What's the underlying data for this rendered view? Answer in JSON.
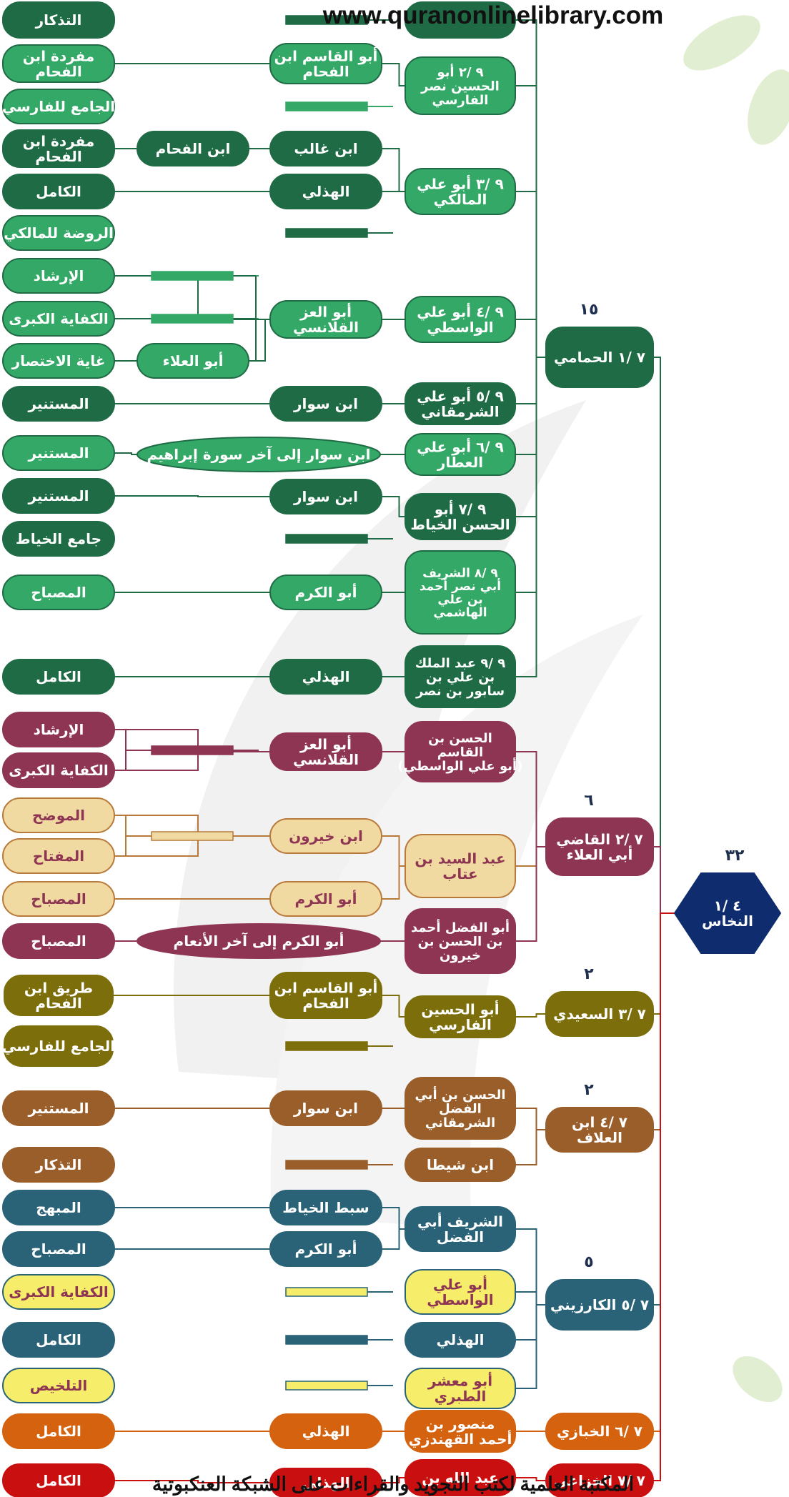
{
  "header": {
    "site": "www.quranonlinelibrary.com"
  },
  "footer": {
    "text": "المكتبة العلمية لكتب التجويد والقراءات على الشبكة العنكبوتية"
  },
  "colors": {
    "green_dark": "#1f6b45",
    "green_light": "#34a866",
    "crimson": "#8e3553",
    "tan_fill": "#f1d9a2",
    "tan_border": "#b87a3a",
    "olive": "#7c6e0a",
    "brown": "#9a5e2b",
    "teal": "#2a6378",
    "yellow_fill": "#f6ee6a",
    "orange": "#d4620e",
    "red": "#c90f0f",
    "navy": "#0f2d6e"
  },
  "root": {
    "label": "٤ /١\nالنخاس",
    "count": "٣٢"
  },
  "nodes": [
    {
      "id": "b1",
      "label": "٧ /١ الحمامي",
      "count": "١٥"
    },
    {
      "id": "b2",
      "label": "٧ /٢ القاضي\nأبي العلاء",
      "count": "٦"
    },
    {
      "id": "b3",
      "label": "٧ /٣ السعيدي",
      "count": "٢"
    },
    {
      "id": "b4",
      "label": "٧ /٤ ابن\nالعلاف",
      "count": "٢"
    },
    {
      "id": "b5",
      "label": "٧ /٥ الكارزيني",
      "count": "٥"
    },
    {
      "id": "b6",
      "label": "٧ /٦ الخبازي"
    },
    {
      "id": "b7",
      "label": "٧ /٧ الخزاعي"
    },
    {
      "id": "c1_1",
      "label": ""
    },
    {
      "id": "c1_2",
      "label": "٩ /٢ أبو\nالحسين نصر\nالفارسي"
    },
    {
      "id": "c1_3",
      "label": "٩ /٣ أبو علي\nالمالكي"
    },
    {
      "id": "c1_4",
      "label": "٩ /٤ أبو علي\nالواسطي"
    },
    {
      "id": "c1_5",
      "label": "٩ /٥ أبو علي\nالشرمقاني"
    },
    {
      "id": "c1_6",
      "label": "٩ /٦ أبو علي\nالعطار"
    },
    {
      "id": "c1_7",
      "label": "٩ /٧ أبو\nالحسن الخياط"
    },
    {
      "id": "c1_8",
      "label": "٩ /٨ الشريف\nأبي نصر أحمد\nبن علي\nالهاشمي"
    },
    {
      "id": "c1_9",
      "label": "٩ /٩ عبد الملك\nبن علي بن\nسابور بن نصر"
    },
    {
      "id": "c2_1",
      "label": "الحسن بن\nالقاسم\n(أبو علي الواسطي)"
    },
    {
      "id": "c2_2",
      "label": "عبد السيد بن\nعتاب"
    },
    {
      "id": "c2_3",
      "label": "أبو الفضل أحمد\nبن الحسن بن\nخيرون"
    },
    {
      "id": "c3_1",
      "label": "أبو الحسين\nالفارسي"
    },
    {
      "id": "c4_1",
      "label": "الحسن بن أبي\nالفضل\nالشرمقاني"
    },
    {
      "id": "c4_2",
      "label": "ابن شيطا"
    },
    {
      "id": "c5_1",
      "label": "الشريف أبي\nالفضل"
    },
    {
      "id": "c5_2",
      "label": "أبو علي\nالواسطي"
    },
    {
      "id": "c5_3",
      "label": "الهذلي"
    },
    {
      "id": "c5_4",
      "label": "أبو معشر\nالطبري"
    },
    {
      "id": "c6_1",
      "label": "منصور بن\nأحمد القهندزي"
    },
    {
      "id": "c7_1",
      "label": "عبد الله بن"
    },
    {
      "id": "d1",
      "label": "أبو القاسم ابن\nالفحام"
    },
    {
      "id": "d2",
      "label": "ابن غالب"
    },
    {
      "id": "d3",
      "label": "الهذلي"
    },
    {
      "id": "d4",
      "label": "أبو العز\nالقلانسي"
    },
    {
      "id": "d5",
      "label": "ابن سوار"
    },
    {
      "id": "d6",
      "label": "ابن سوار إلى آخر سورة إبراهيم"
    },
    {
      "id": "d7",
      "label": "ابن سوار"
    },
    {
      "id": "d8",
      "label": "أبو الكرم"
    },
    {
      "id": "d9",
      "label": "الهذلي"
    },
    {
      "id": "d10",
      "label": "أبو العز\nالقلانسي"
    },
    {
      "id": "d11",
      "label": "ابن خيرون"
    },
    {
      "id": "d12",
      "label": "أبو الكرم"
    },
    {
      "id": "d13",
      "label": "أبو الكرم إلى آخر الأنعام"
    },
    {
      "id": "d14",
      "label": "أبو القاسم ابن\nالفحام"
    },
    {
      "id": "d15",
      "label": "ابن سوار"
    },
    {
      "id": "d16",
      "label": "سبط الخياط"
    },
    {
      "id": "d17",
      "label": "أبو الكرم"
    },
    {
      "id": "d18",
      "label": "الهذلي"
    },
    {
      "id": "d19",
      "label": "الهذلي"
    },
    {
      "id": "e0",
      "label": "ابن الفحام"
    },
    {
      "id": "e1",
      "label": "أبو العلاء"
    },
    {
      "id": "s1",
      "label": "التذكار"
    },
    {
      "id": "s2",
      "label": "مفردة ابن\nالفحام"
    },
    {
      "id": "s3",
      "label": "الجامع للفارسي"
    },
    {
      "id": "s4",
      "label": "مفردة ابن\nالفحام"
    },
    {
      "id": "s5",
      "label": "الكامل"
    },
    {
      "id": "s6",
      "label": "الروضة للمالكي"
    },
    {
      "id": "s7",
      "label": "الإرشاد"
    },
    {
      "id": "s8",
      "label": "الكفاية الكبرى"
    },
    {
      "id": "s9",
      "label": "غاية الاختصار"
    },
    {
      "id": "s10",
      "label": "المستنير"
    },
    {
      "id": "s11",
      "label": "المستنير"
    },
    {
      "id": "s12",
      "label": "المستنير"
    },
    {
      "id": "s13",
      "label": "جامع الخياط"
    },
    {
      "id": "s14",
      "label": "المصباح"
    },
    {
      "id": "s15",
      "label": "الكامل"
    },
    {
      "id": "s16",
      "label": "الإرشاد"
    },
    {
      "id": "s17",
      "label": "الكفاية الكبرى"
    },
    {
      "id": "s18",
      "label": "الموضح"
    },
    {
      "id": "s19",
      "label": "المفتاح"
    },
    {
      "id": "s20",
      "label": "المصباح"
    },
    {
      "id": "s21",
      "label": "المصباح"
    },
    {
      "id": "s22",
      "label": "طريق ابن\nالفحام"
    },
    {
      "id": "s23",
      "label": "الجامع للفارسي"
    },
    {
      "id": "s24",
      "label": "المستنير"
    },
    {
      "id": "s25",
      "label": "التذكار"
    },
    {
      "id": "s26",
      "label": "المبهج"
    },
    {
      "id": "s27",
      "label": "المصباح"
    },
    {
      "id": "s28",
      "label": "الكفاية الكبرى"
    },
    {
      "id": "s29",
      "label": "الكامل"
    },
    {
      "id": "s30",
      "label": "التلخيص"
    },
    {
      "id": "s31",
      "label": "الكامل"
    },
    {
      "id": "s32",
      "label": "الكامل"
    }
  ],
  "edges": [
    [
      "root",
      "b1"
    ],
    [
      "root",
      "b2"
    ],
    [
      "root",
      "b3"
    ],
    [
      "root",
      "b4"
    ],
    [
      "root",
      "b5"
    ],
    [
      "root",
      "b6"
    ],
    [
      "root",
      "b7"
    ],
    [
      "b1",
      "c1_1"
    ],
    [
      "b1",
      "c1_2"
    ],
    [
      "b1",
      "c1_3"
    ],
    [
      "b1",
      "c1_4"
    ],
    [
      "b1",
      "c1_5"
    ],
    [
      "b1",
      "c1_6"
    ],
    [
      "b1",
      "c1_7"
    ],
    [
      "b1",
      "c1_8"
    ],
    [
      "b1",
      "c1_9"
    ],
    [
      "b2",
      "c2_1"
    ],
    [
      "b2",
      "c2_2"
    ],
    [
      "b2",
      "c2_3"
    ],
    [
      "b3",
      "c3_1"
    ],
    [
      "b4",
      "c4_1"
    ],
    [
      "b4",
      "c4_2"
    ],
    [
      "b5",
      "c5_1"
    ],
    [
      "b5",
      "c5_2"
    ],
    [
      "b5",
      "c5_3"
    ],
    [
      "b5",
      "c5_4"
    ],
    [
      "b6",
      "c6_1"
    ],
    [
      "b7",
      "c7_1"
    ],
    [
      "c1_2",
      "d1"
    ],
    [
      "c1_3",
      "d2"
    ],
    [
      "c1_3",
      "d3"
    ],
    [
      "c1_4",
      "d4"
    ],
    [
      "c1_5",
      "d5"
    ],
    [
      "c1_6",
      "d6"
    ],
    [
      "c1_7",
      "d7"
    ],
    [
      "c1_8",
      "d8"
    ],
    [
      "c1_9",
      "d9"
    ],
    [
      "c2_1",
      "d10"
    ],
    [
      "c2_2",
      "d11"
    ],
    [
      "c2_2",
      "d12"
    ],
    [
      "c2_3",
      "d13"
    ],
    [
      "c3_1",
      "d14"
    ],
    [
      "c4_1",
      "d15"
    ],
    [
      "c5_1",
      "d16"
    ],
    [
      "c5_1",
      "d17"
    ],
    [
      "c6_1",
      "d18"
    ],
    [
      "c7_1",
      "d19"
    ],
    [
      "d1",
      "s2"
    ],
    [
      "d2",
      "e0"
    ],
    [
      "e0",
      "s4"
    ],
    [
      "d3",
      "s5"
    ],
    [
      "d4",
      "s7"
    ],
    [
      "d4",
      "s8"
    ],
    [
      "d4",
      "e1"
    ],
    [
      "e1",
      "s9"
    ],
    [
      "d5",
      "s10"
    ],
    [
      "d6",
      "s11"
    ],
    [
      "d7",
      "s12"
    ],
    [
      "d8",
      "s14"
    ],
    [
      "d9",
      "s15"
    ],
    [
      "d10",
      "s16"
    ],
    [
      "d10",
      "s17"
    ],
    [
      "d11",
      "s18"
    ],
    [
      "d11",
      "s19"
    ],
    [
      "d12",
      "s20"
    ],
    [
      "d13",
      "s21"
    ],
    [
      "d14",
      "s22"
    ],
    [
      "d15",
      "s24"
    ],
    [
      "d16",
      "s26"
    ],
    [
      "d17",
      "s27"
    ],
    [
      "d18",
      "s31"
    ],
    [
      "d19",
      "s32"
    ]
  ]
}
